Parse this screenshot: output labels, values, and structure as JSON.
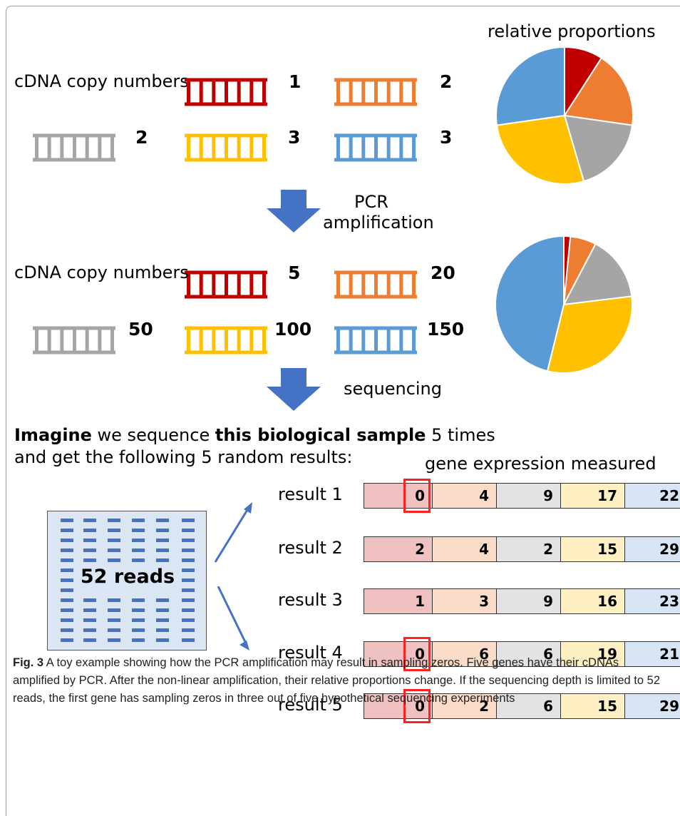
{
  "top": {
    "cdna_label": "cDNA copy numbers",
    "counts": [
      "1",
      "2",
      "2",
      "3",
      "3"
    ],
    "pie_title": "relative proportions"
  },
  "step1": {
    "line1": "PCR",
    "line2": "amplification"
  },
  "middle": {
    "cdna_label": "cDNA copy numbers",
    "counts": [
      "5",
      "20",
      "50",
      "100",
      "150"
    ]
  },
  "step2": {
    "label": "sequencing"
  },
  "imagine": {
    "bold1": "Imagine",
    "text1": " we sequence ",
    "bold2": "this biological sample",
    "text2": " 5 times",
    "line2": "and get the following 5 random results:"
  },
  "reads_label": "52 reads",
  "results_header": "gene expression measured",
  "results": [
    {
      "label": "result 1",
      "values": [
        "0",
        "4",
        "9",
        "17",
        "22"
      ],
      "zero_highlight": true
    },
    {
      "label": "result 2",
      "values": [
        "2",
        "4",
        "2",
        "15",
        "29"
      ],
      "zero_highlight": false
    },
    {
      "label": "result 3",
      "values": [
        "1",
        "3",
        "9",
        "16",
        "23"
      ],
      "zero_highlight": false
    },
    {
      "label": "result 4",
      "values": [
        "0",
        "6",
        "6",
        "19",
        "21"
      ],
      "zero_highlight": true
    },
    {
      "label": "result 5",
      "values": [
        "0",
        "2",
        "6",
        "15",
        "29"
      ],
      "zero_highlight": true
    }
  ],
  "colors": {
    "genes": [
      "#c00000",
      "#ed7d31",
      "#a5a5a5",
      "#ffc000",
      "#5b9bd5"
    ],
    "cells": [
      "#efc1c1",
      "#fbdcc8",
      "#e3e3e3",
      "#fff0c4",
      "#d6e4f4"
    ],
    "arrow": "#4472c4",
    "highlight": "#ff2020"
  },
  "caption": {
    "fig": "Fig. 3",
    "text": "  A toy example showing how the PCR amplification may result in sampling zeros. Five genes have their cDNAs amplified by PCR. After the non-linear amplification, their relative proportions change. If the sequencing depth is limited to 52 reads, the first gene has sampling zeros in three out of five hypothetical sequencing experiments"
  },
  "chart_data": [
    {
      "type": "pie",
      "title": "relative proportions",
      "values": [
        1,
        2,
        2,
        3,
        3
      ]
    },
    {
      "type": "pie",
      "title": "",
      "values": [
        5,
        20,
        50,
        100,
        150
      ]
    }
  ]
}
